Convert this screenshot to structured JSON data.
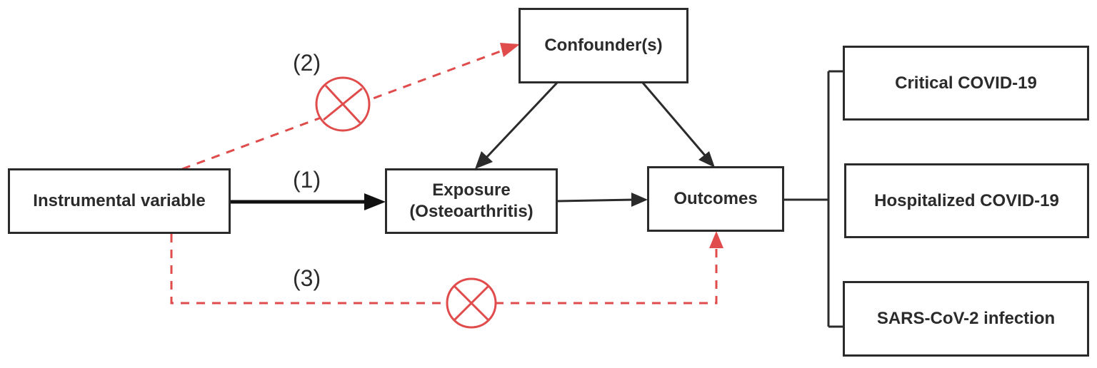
{
  "nodes": {
    "instrumental": "Instrumental variable",
    "exposure_line1": "Exposure",
    "exposure_line2": "(Osteoarthritis)",
    "confounders": "Confounder(s)",
    "outcomes": "Outcomes",
    "critical": "Critical COVID-19",
    "hospitalized": "Hospitalized COVID-19",
    "infection": "SARS-CoV-2 infection"
  },
  "path_labels": {
    "p1": "(1)",
    "p2": "(2)",
    "p3": "(3)"
  },
  "colors": {
    "line": "#2b2b2b",
    "violation": "#e04b4b"
  }
}
